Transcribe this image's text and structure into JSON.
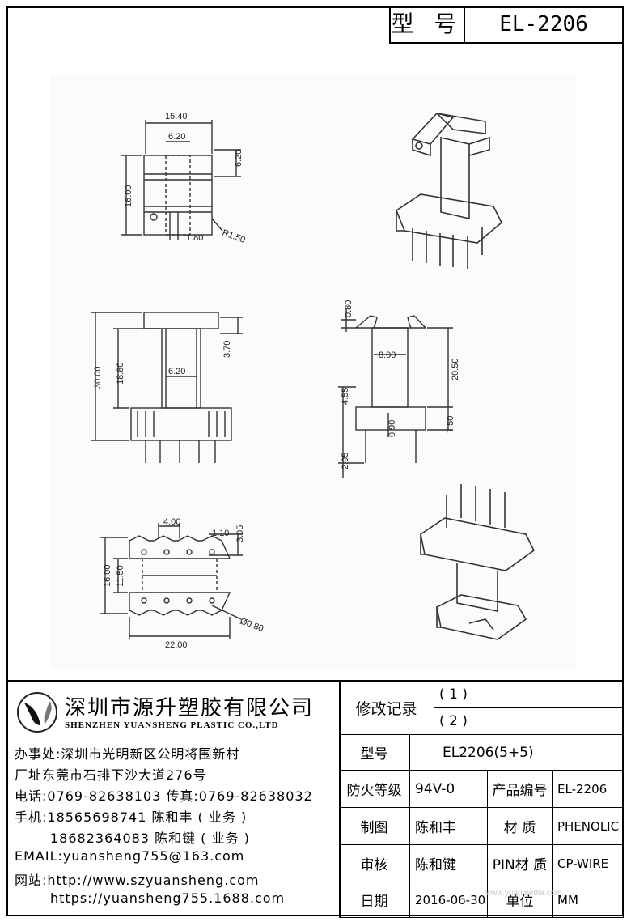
{
  "header": {
    "model_label": "型 号",
    "model_value": "EL-2206"
  },
  "dims": {
    "top_view": [
      "15.40",
      "6.20",
      "6.20",
      "16.00",
      "1.80",
      "R1.50"
    ],
    "front_view": [
      "30.00",
      "18.80",
      "3.70",
      "6.20"
    ],
    "side_view": [
      "0.80",
      "8.00",
      "20.50",
      "4.55",
      "0.90",
      "7.50",
      "2.95"
    ],
    "bottom_view": [
      "4.00",
      "1.10",
      "3.05",
      "16.00",
      "11.50",
      "22.00",
      "Ø0.80"
    ]
  },
  "company": {
    "name_cn": "深圳市源升塑胶有限公司",
    "name_en": "SHENZHEN YUANSHENG PLASTIC CO.,LTD",
    "office": "办事处:深圳市光明新区公明将围新村",
    "factory": "厂址东莞市石排下沙大道276号",
    "phone": "电话:0769-82638103 传真:0769-82638032",
    "mobile1": "手机:18565698741 陈和丰 ( 业务 )",
    "mobile2": "18682364083 陈和键 ( 业务 )",
    "email": "EMAIL:yuansheng755@163.com",
    "website1": "网站:http://www.szyuansheng.com",
    "website2": "https://yuansheng755.1688.com"
  },
  "table": {
    "revision_label": "修改记录",
    "rev1": "( 1 )",
    "rev2": "( 2 )",
    "model_label": "型号",
    "model_value": "EL2206(5+5)",
    "fire_label": "防火等级",
    "fire_value": "94V-0",
    "product_no_label": "产品编号",
    "product_no_value": "EL-2206",
    "drawn_label": "制图",
    "drawn_value": "陈和丰",
    "material_label": "材 质",
    "material_value": "PHENOLIC",
    "review_label": "审核",
    "review_value": "陈和键",
    "pin_label": "PIN材 质",
    "pin_value": "CP-WIRE",
    "date_label": "日期",
    "date_value": "2016-06-30",
    "unit_label": "单位",
    "unit_value": "MM"
  },
  "watermark": "www.yuanmedia.com"
}
